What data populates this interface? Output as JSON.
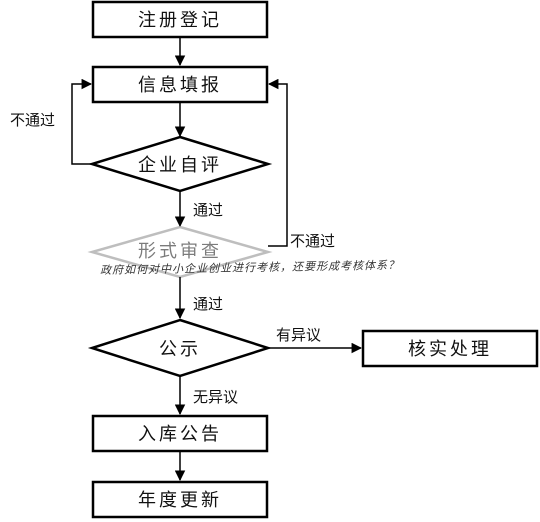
{
  "nodes": {
    "register": "注册登记",
    "info_fill": "信息填报",
    "self_eval": "企业自评",
    "formal_review": "形式审查",
    "publicity": "公示",
    "verify": "核实处理",
    "archive": "入库公告",
    "annual_update": "年度更新"
  },
  "edges": {
    "self_eval_fail": "不通过",
    "self_eval_pass": "通过",
    "review_fail": "不通过",
    "review_pass": "通过",
    "has_objection": "有异议",
    "no_objection": "无异议"
  },
  "overlay_text": "政府如何对中小企业创业进行考核，还要形成考核体系？",
  "colors": {
    "stroke": "#000000",
    "text": "#111111",
    "faded": "#8a8a8a"
  }
}
